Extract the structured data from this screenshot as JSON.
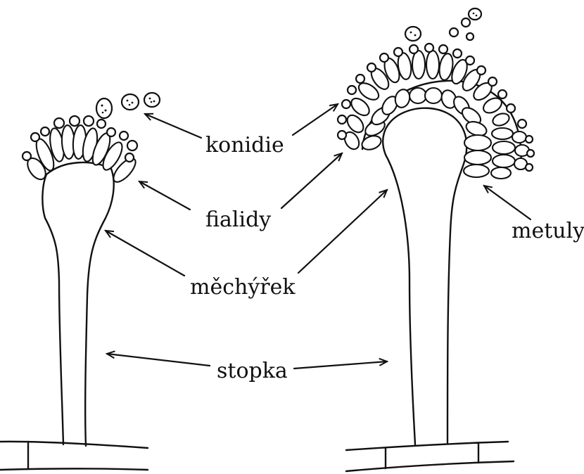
{
  "labels": {
    "konidie": "konidie",
    "fialidy": "fialidy",
    "mechyrek": "měchýřek",
    "stopka": "stopka",
    "metuly": "metuly"
  }
}
